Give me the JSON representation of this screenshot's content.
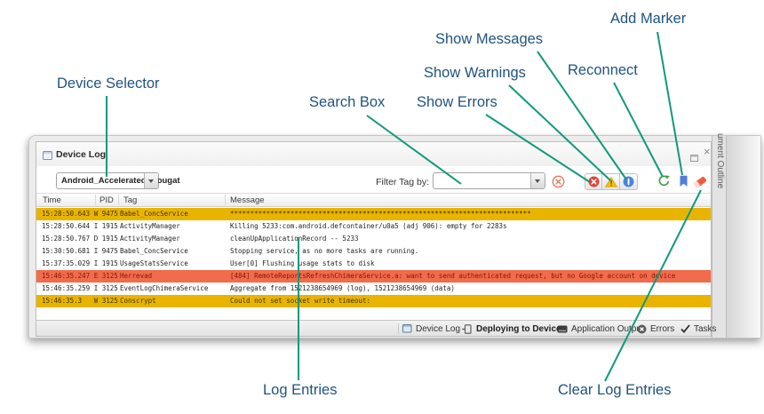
{
  "callouts": {
    "device_selector": "Device Selector",
    "search_box": "Search Box",
    "show_errors": "Show Errors",
    "show_warnings": "Show Warnings",
    "show_messages": "Show Messages",
    "reconnect": "Reconnect",
    "add_marker": "Add Marker",
    "log_entries": "Log Entries",
    "clear_log_entries": "Clear Log Entries"
  },
  "panel": {
    "title": "Device Log",
    "close_symbol": "×",
    "device_selector": {
      "value": "Android_Accelerated_Nougat"
    },
    "filter": {
      "label": "Filter Tag by:",
      "value": ""
    },
    "side_tab_label": "ument Outline",
    "table": {
      "columns": [
        "Time",
        "PID",
        "Tag",
        "Message"
      ],
      "rows": [
        {
          "time": "15:28:50.643",
          "level": "W",
          "pid": "9475",
          "tag": "Babel_ConcService",
          "message": "***************************************************************************",
          "highlight": "warn"
        },
        {
          "time": "15:28:50.644",
          "level": "I",
          "pid": "1915",
          "tag": "ActivityManager",
          "message": "Killing 5233:com.android.defcontainer/u0a5 (adj 906): empty for 2283s",
          "highlight": ""
        },
        {
          "time": "15:28:50.767",
          "level": "D",
          "pid": "1915",
          "tag": "ActivityManager",
          "message": "cleanUpApplicationRecord -- 5233",
          "highlight": ""
        },
        {
          "time": "15:30:50.681",
          "level": "I",
          "pid": "9475",
          "tag": "Babel_ConcService",
          "message": "Stopping service, as no more tasks are running.",
          "highlight": ""
        },
        {
          "time": "15:37:35.029",
          "level": "I",
          "pid": "1915",
          "tag": "UsageStatsService",
          "message": "User[0] Flushing usage stats to disk",
          "highlight": ""
        },
        {
          "time": "15:46:35.247",
          "level": "E",
          "pid": "3125",
          "tag": "Herrevad",
          "message": "[484] RemoteReportsRefreshChimeraService.a: want to send authenticated request, but no Google account on device",
          "highlight": "error"
        },
        {
          "time": "15:46:35.259",
          "level": "I",
          "pid": "3125",
          "tag": "EventLogChimeraService",
          "message": "Aggregate from 1521238654969 (log), 1521238654969 (data)",
          "highlight": ""
        },
        {
          "time": "15:46:35.3",
          "level": "W",
          "pid": "3125",
          "tag": "Conscrypt",
          "message": "Could not set socket write timeout:",
          "highlight": "warn"
        }
      ]
    },
    "status_tabs": [
      {
        "label": "Device Log",
        "active": false
      },
      {
        "label": "Deploying to Device",
        "active": true
      },
      {
        "label": "Application Output",
        "active": false
      },
      {
        "label": "Errors",
        "active": false
      },
      {
        "label": "Tasks",
        "active": false
      }
    ]
  },
  "colors": {
    "callout_text": "#1F5380",
    "callout_line": "#12997B",
    "warn_row_bg": "#E9B400",
    "warn_row_text": "#3F3400",
    "error_row_bg": "#F26B4C",
    "error_row_text": "#7A1B00",
    "icon_error_red": "#E0443A",
    "icon_warning_yellow": "#F6C20A",
    "icon_message_blue": "#4A86D8",
    "icon_reconnect_green": "#43A047",
    "icon_marker_blue": "#4E7FE0",
    "icon_eraser_orange": "#F15B40"
  }
}
